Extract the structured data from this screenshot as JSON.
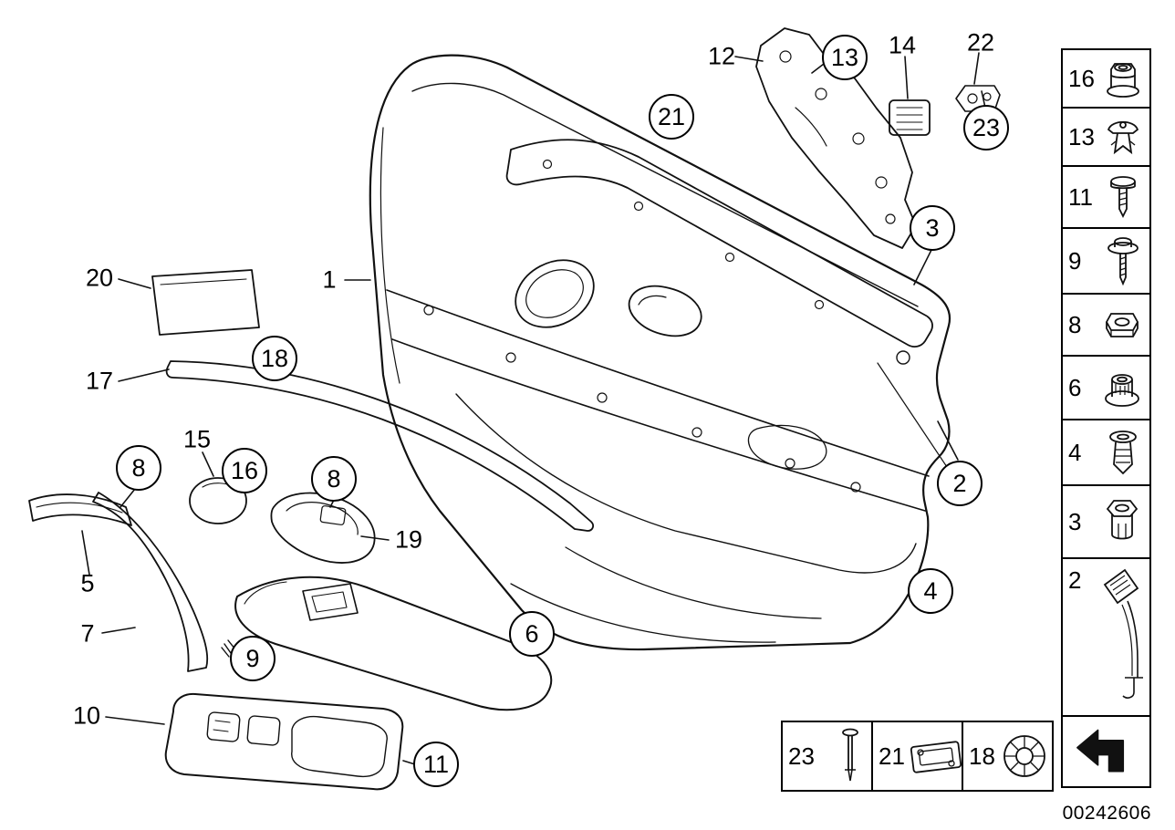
{
  "part_id": "00242606",
  "colors": {
    "line": "#000000",
    "background": "#ffffff"
  },
  "callouts": [
    {
      "num": "12"
    },
    {
      "num": "13"
    },
    {
      "num": "14"
    },
    {
      "num": "22"
    },
    {
      "num": "23"
    },
    {
      "num": "21"
    },
    {
      "num": "3"
    },
    {
      "num": "1"
    },
    {
      "num": "20"
    },
    {
      "num": "18"
    },
    {
      "num": "17"
    },
    {
      "num": "15"
    },
    {
      "num": "8"
    },
    {
      "num": "16"
    },
    {
      "num": "8"
    },
    {
      "num": "19"
    },
    {
      "num": "2"
    },
    {
      "num": "5"
    },
    {
      "num": "7"
    },
    {
      "num": "9"
    },
    {
      "num": "6"
    },
    {
      "num": "4"
    },
    {
      "num": "10"
    },
    {
      "num": "11"
    }
  ],
  "sidebar": [
    {
      "num": "16",
      "icon": "flange-nut-icon"
    },
    {
      "num": "13",
      "icon": "expansion-rivet-icon"
    },
    {
      "num": "11",
      "icon": "screw-icon"
    },
    {
      "num": "9",
      "icon": "screw-washer-icon"
    },
    {
      "num": "8",
      "icon": "hex-nut-icon"
    },
    {
      "num": "6",
      "icon": "clamp-nut-icon"
    },
    {
      "num": "4",
      "icon": "expanding-clip-icon"
    },
    {
      "num": "3",
      "icon": "grommet-icon"
    },
    {
      "num": "2",
      "icon": "pull-strap-icon"
    }
  ],
  "bottom_row": [
    {
      "num": "23",
      "icon": "pin-rivet-icon"
    },
    {
      "num": "21",
      "icon": "bracket-plate-icon"
    },
    {
      "num": "18",
      "icon": "round-grommet-icon"
    }
  ]
}
